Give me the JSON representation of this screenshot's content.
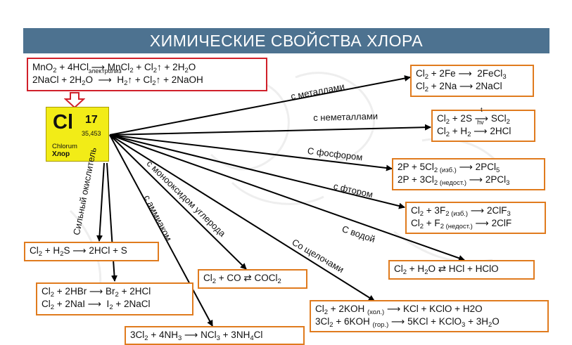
{
  "title": "ХИМИЧЕСКИЕ СВОЙСТВА ХЛОРА",
  "element": {
    "symbol": "Cl",
    "number": "17",
    "mass": "35,453",
    "latin": "Chlorum",
    "russian": "Хлор"
  },
  "labels": {
    "metals": "с металлами",
    "nonmetals": "с неметаллами",
    "phosphorus": "С фосфором",
    "fluorine": "с фтором",
    "water": "С водой",
    "alkali": "Со щелочами",
    "co": "с монооксидом углерода",
    "ammonia": "с аммиаком",
    "oxidizer": "Сильный окислитель"
  },
  "conditions": {
    "electrolysis": "электролиз",
    "t": "t",
    "hv": "hv",
    "excess": "(изб.)",
    "deficit": "(недост.)",
    "cold": "(хол.)",
    "hot": "(гор.)"
  },
  "colors": {
    "banner": "#4d7290",
    "box_border": "#e07b1e",
    "source_border": "#d0202a",
    "element_bg": "#f2ec17"
  }
}
